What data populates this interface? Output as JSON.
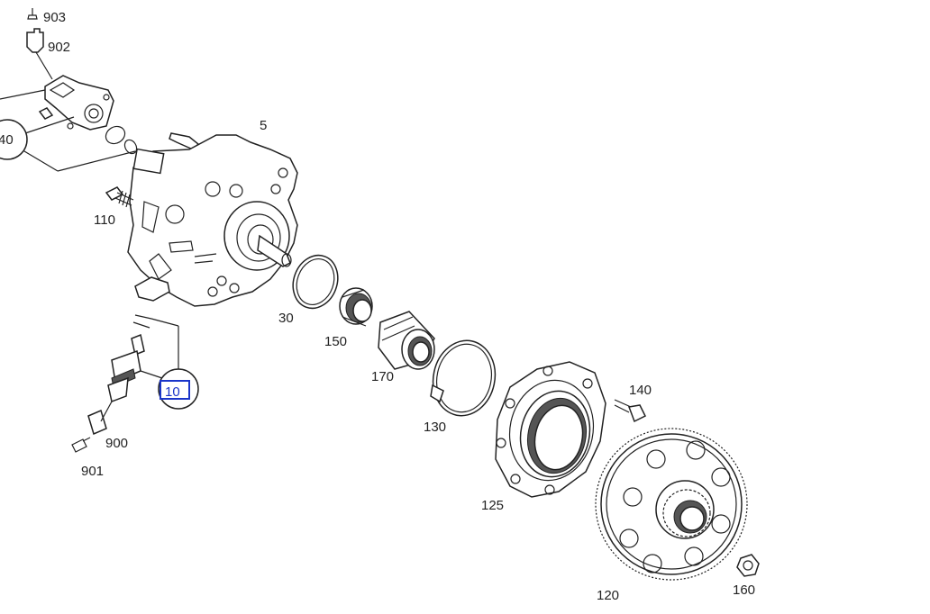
{
  "diagram": {
    "labels": {
      "p903": "903",
      "p902": "902",
      "p40": "40",
      "p5": "5",
      "p110": "110",
      "p30": "30",
      "p150": "150",
      "p170": "170",
      "p10": "10",
      "p130": "130",
      "p140": "140",
      "p900": "900",
      "p901": "901",
      "p125": "125",
      "p120": "120",
      "p160": "160"
    },
    "selected_part": "10",
    "colors": {
      "line": "#222222",
      "selection": "#1a35c9",
      "background": "#ffffff"
    }
  }
}
